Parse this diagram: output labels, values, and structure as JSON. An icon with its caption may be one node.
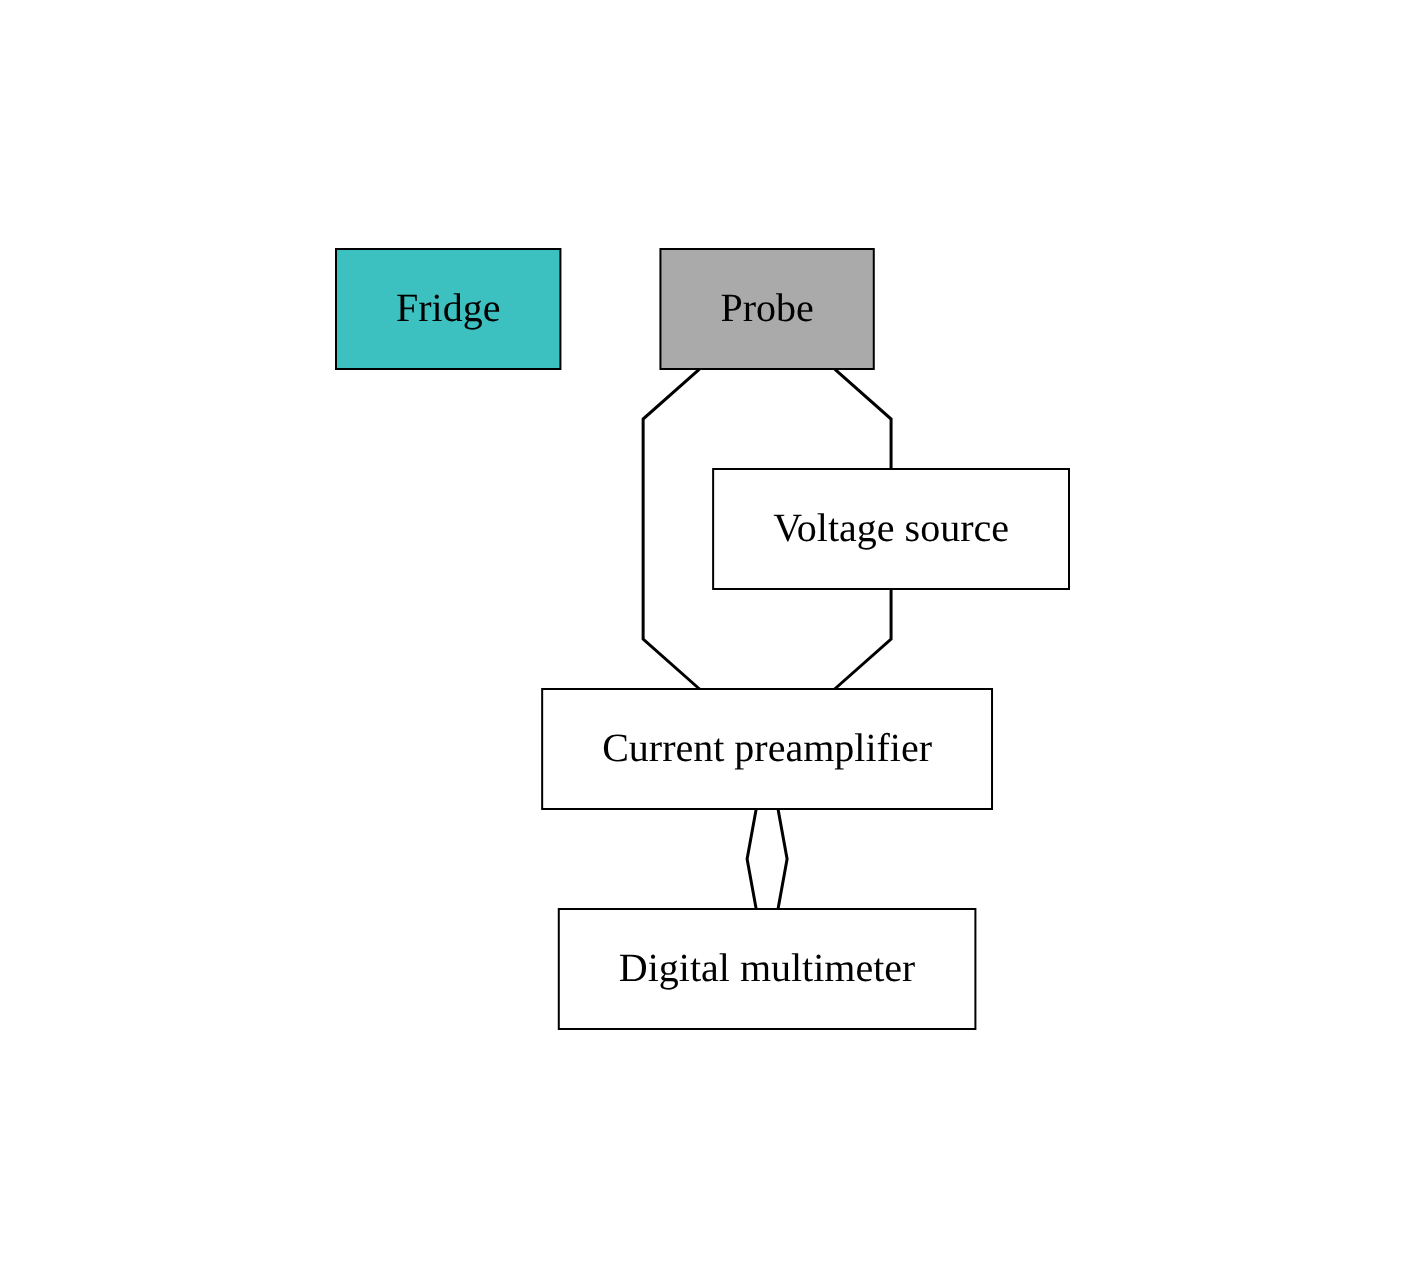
{
  "diagram": {
    "nodes": [
      {
        "text": [
          "Fridge"
        ]
      },
      {
        "text": [
          "Probe"
        ]
      },
      {
        "text": [
          "Voltage source"
        ]
      },
      {
        "text": [
          "Current preamplifier"
        ]
      },
      {
        "text": [
          "Digital multimeter"
        ]
      }
    ],
    "edges": [
      {
        "from": 1,
        "to": 2,
        "arrow": "none"
      },
      {
        "from": 1,
        "to": 3,
        "arrow": "none"
      },
      {
        "from": 2,
        "to": 3,
        "arrow": "none"
      },
      {
        "from": 3,
        "to": 4,
        "arrow": "none"
      },
      {
        "from": 3,
        "to": 4,
        "arrow": "none"
      }
    ]
  }
}
